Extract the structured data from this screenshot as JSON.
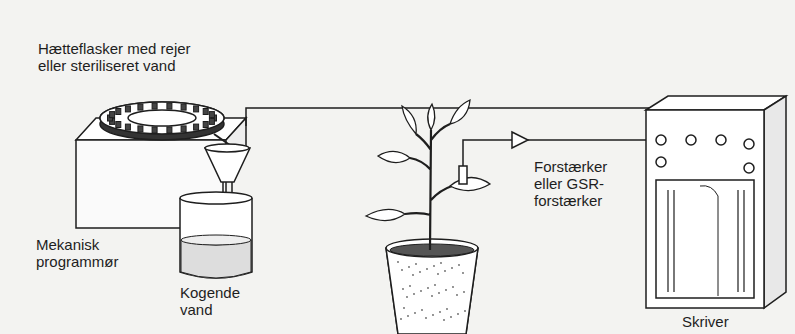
{
  "diagram": {
    "labels": [
      "Hætteflasker med rejer eller steriliseret vand",
      "Mekanisk programmør",
      "Kogende vand",
      "Forstærker eller GSR-forstærker",
      "Skriver"
    ]
  }
}
